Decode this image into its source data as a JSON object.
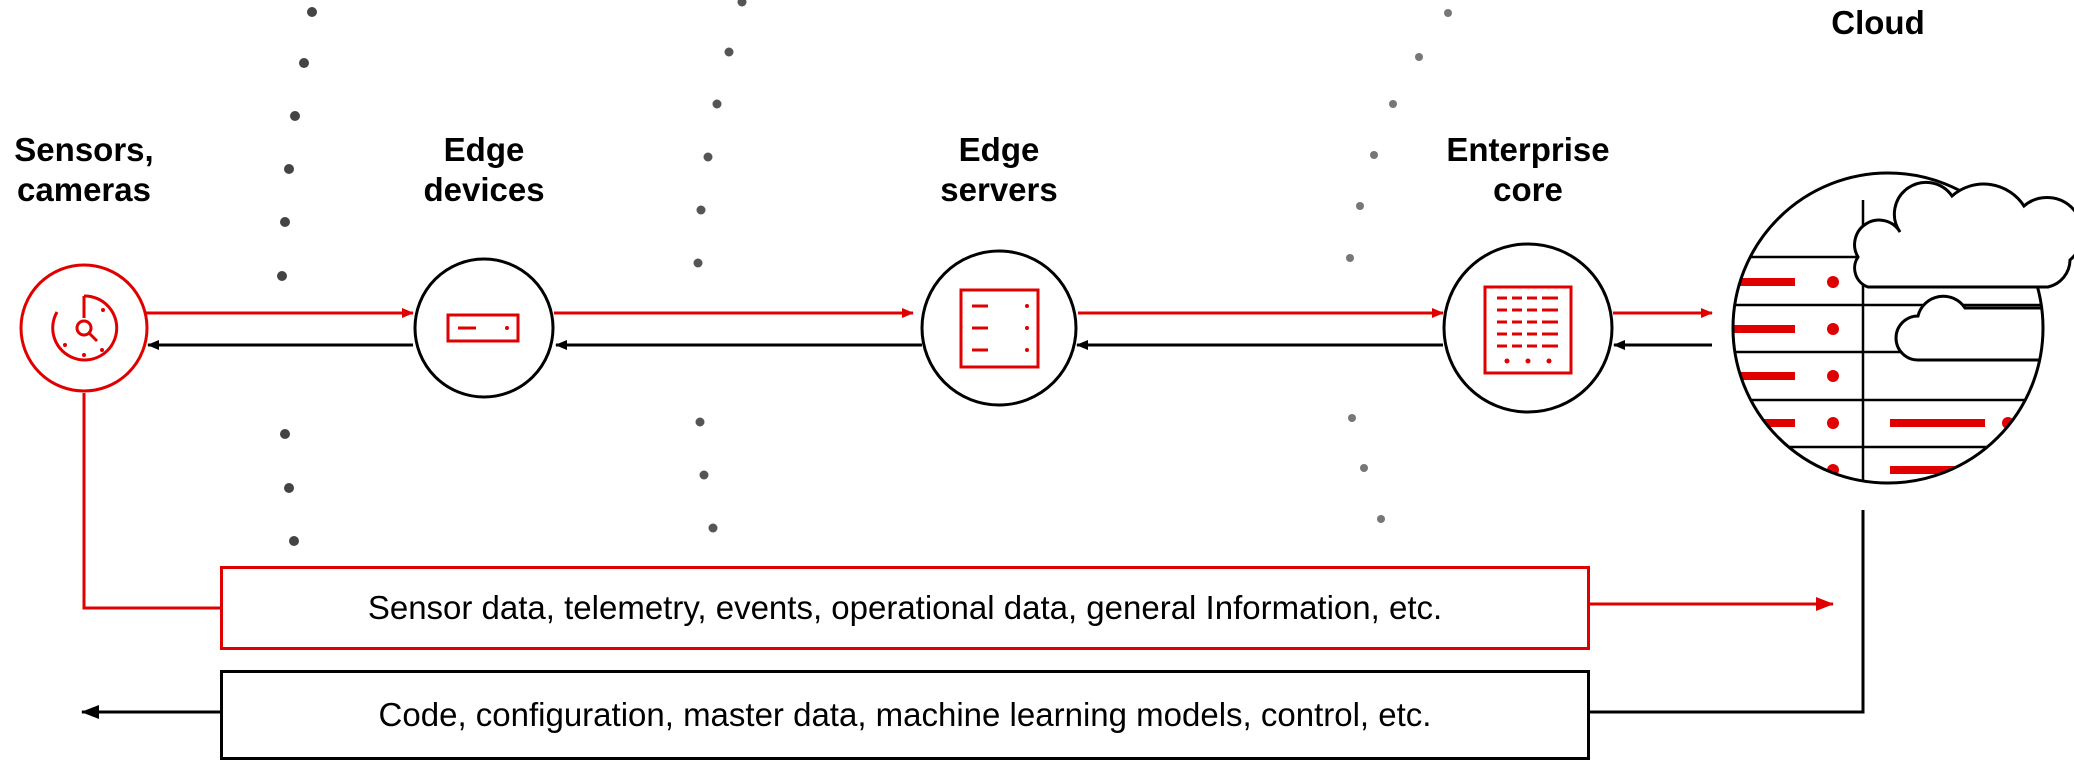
{
  "nodes": [
    {
      "id": "sensors",
      "line1": "Sensors,",
      "line2": "cameras"
    },
    {
      "id": "edge-devices",
      "line1": "Edge",
      "line2": "devices"
    },
    {
      "id": "edge-servers",
      "line1": "Edge",
      "line2": "servers"
    },
    {
      "id": "enterprise-core",
      "line1": "Enterprise",
      "line2": "core"
    },
    {
      "id": "cloud",
      "line1": "Cloud",
      "line2": ""
    }
  ],
  "flows": {
    "upstream": "Sensor data, telemetry, events, operational data, general Information,  etc.",
    "downstream": "Code, configuration, master data, machine learning models, control, etc."
  },
  "colors": {
    "accent": "#e00000",
    "ink": "#000000",
    "dots": "#555555"
  },
  "icons": [
    "sensor-dial-icon",
    "edge-device-icon",
    "edge-server-icon",
    "enterprise-rack-icon",
    "cloud-datacenter-icon"
  ]
}
